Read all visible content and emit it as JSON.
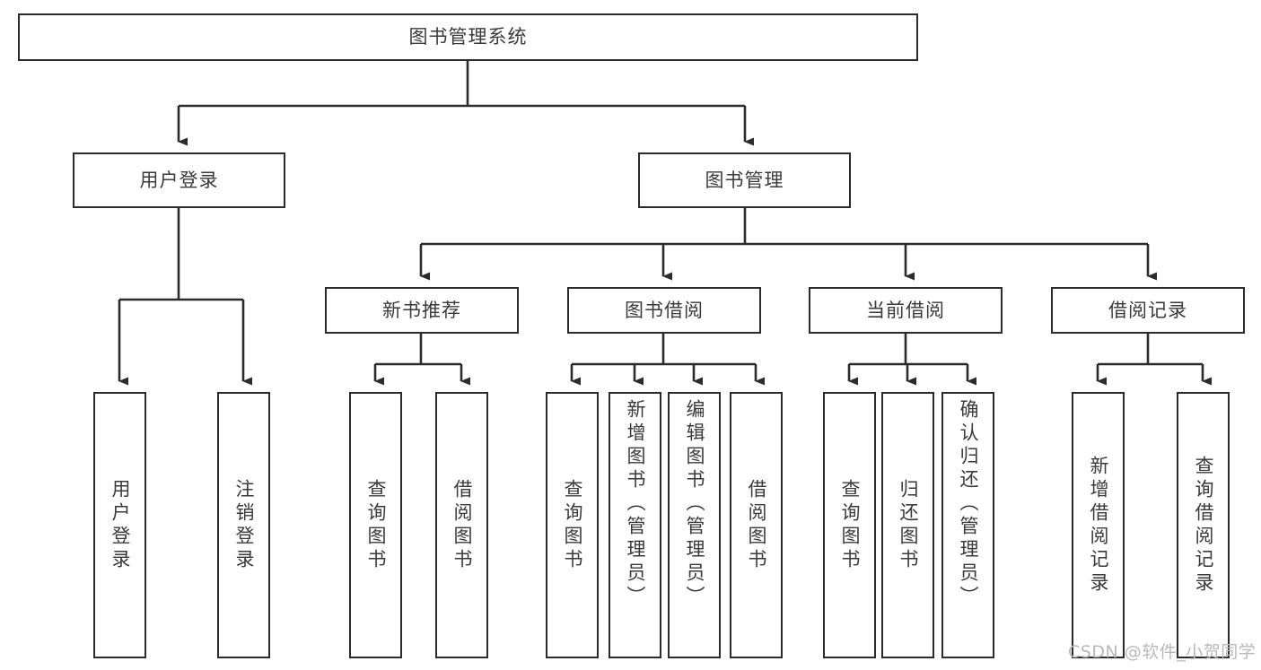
{
  "diagram": {
    "title": "图书管理系统",
    "type": "tree-hierarchy",
    "orientation": "top-down",
    "line_color": "#2b2b2b",
    "text_color": "#3a3a3a",
    "background_color": "#ffffff",
    "nodes": {
      "root": {
        "label": "图书管理系统",
        "level": 1
      },
      "l2_user_login": {
        "label": "用户登录",
        "level": 2
      },
      "l2_book_manage": {
        "label": "图书管理",
        "level": 2
      },
      "l3_new_book_rec": {
        "label": "新书推荐",
        "level": 3
      },
      "l3_book_borrow": {
        "label": "图书借阅",
        "level": 3
      },
      "l3_current_borrow": {
        "label": "当前借阅",
        "level": 3
      },
      "l3_borrow_record": {
        "label": "借阅记录",
        "level": 3
      },
      "leaf_user_login": {
        "label": "用户登录",
        "level": 3
      },
      "leaf_logout": {
        "label": "注销登录",
        "level": 3
      },
      "leaf_query_book_a": {
        "label": "查询图书",
        "level": 4
      },
      "leaf_borrow_book_a": {
        "label": "借阅图书",
        "level": 4
      },
      "leaf_query_book_b": {
        "label": "查询图书",
        "level": 4
      },
      "leaf_add_book": {
        "label": "新增图书（管理员）",
        "level": 4
      },
      "leaf_edit_book": {
        "label": "编辑图书（管理员）",
        "level": 4
      },
      "leaf_borrow_book_b": {
        "label": "借阅图书",
        "level": 4
      },
      "leaf_query_book_c": {
        "label": "查询图书",
        "level": 4
      },
      "leaf_return_book": {
        "label": "归还图书",
        "level": 4
      },
      "leaf_confirm_return": {
        "label": "确认归还（管理员）",
        "level": 4
      },
      "leaf_add_record": {
        "label": "新增借阅记录",
        "level": 4
      },
      "leaf_query_record": {
        "label": "查询借阅记录",
        "level": 4
      }
    },
    "edges": [
      {
        "from": "root",
        "to": "l2_user_login"
      },
      {
        "from": "root",
        "to": "l2_book_manage"
      },
      {
        "from": "l2_user_login",
        "to": "leaf_user_login"
      },
      {
        "from": "l2_user_login",
        "to": "leaf_logout"
      },
      {
        "from": "l2_book_manage",
        "to": "l3_new_book_rec"
      },
      {
        "from": "l2_book_manage",
        "to": "l3_book_borrow"
      },
      {
        "from": "l2_book_manage",
        "to": "l3_current_borrow"
      },
      {
        "from": "l2_book_manage",
        "to": "l3_borrow_record"
      },
      {
        "from": "l3_new_book_rec",
        "to": "leaf_query_book_a"
      },
      {
        "from": "l3_new_book_rec",
        "to": "leaf_borrow_book_a"
      },
      {
        "from": "l3_book_borrow",
        "to": "leaf_query_book_b"
      },
      {
        "from": "l3_book_borrow",
        "to": "leaf_add_book"
      },
      {
        "from": "l3_book_borrow",
        "to": "leaf_edit_book"
      },
      {
        "from": "l3_book_borrow",
        "to": "leaf_borrow_book_b"
      },
      {
        "from": "l3_current_borrow",
        "to": "leaf_query_book_c"
      },
      {
        "from": "l3_current_borrow",
        "to": "leaf_return_book"
      },
      {
        "from": "l3_current_borrow",
        "to": "leaf_confirm_return"
      },
      {
        "from": "l3_borrow_record",
        "to": "leaf_add_record"
      },
      {
        "from": "l3_borrow_record",
        "to": "leaf_query_record"
      }
    ]
  },
  "watermark": {
    "text": "CSDN @软件_小贺同学"
  }
}
